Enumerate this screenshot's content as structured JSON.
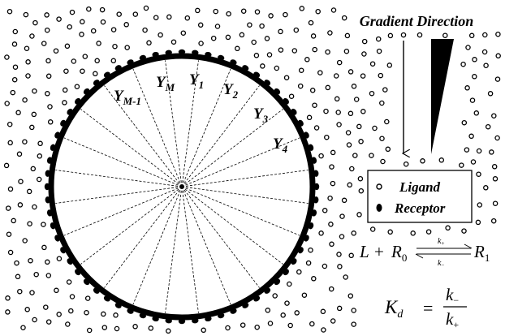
{
  "title": "Gradient Direction",
  "sector_labels": [
    {
      "base": "Y",
      "sub": "M-1"
    },
    {
      "base": "Y",
      "sub": "M"
    },
    {
      "base": "Y",
      "sub": "1"
    },
    {
      "base": "Y",
      "sub": "2"
    },
    {
      "base": "Y",
      "sub": "3"
    },
    {
      "base": "Y",
      "sub": "4"
    }
  ],
  "legend": {
    "ligand": "Ligand",
    "receptor": "Receptor"
  },
  "reaction": {
    "L": "L",
    "plus": "+",
    "R0": "R",
    "R0_sub": "0",
    "k_plus": "k",
    "k_plus_sub": "+",
    "k_minus": "k",
    "k_minus_sub": "−",
    "R1": "R",
    "R1_sub": "1"
  },
  "equation": {
    "K": "K",
    "K_sub": "d",
    "equals": "=",
    "num": "k",
    "num_sub": "−",
    "den": "k",
    "den_sub": "+"
  },
  "colors": {
    "ink": "#000000",
    "background": "#ffffff"
  }
}
